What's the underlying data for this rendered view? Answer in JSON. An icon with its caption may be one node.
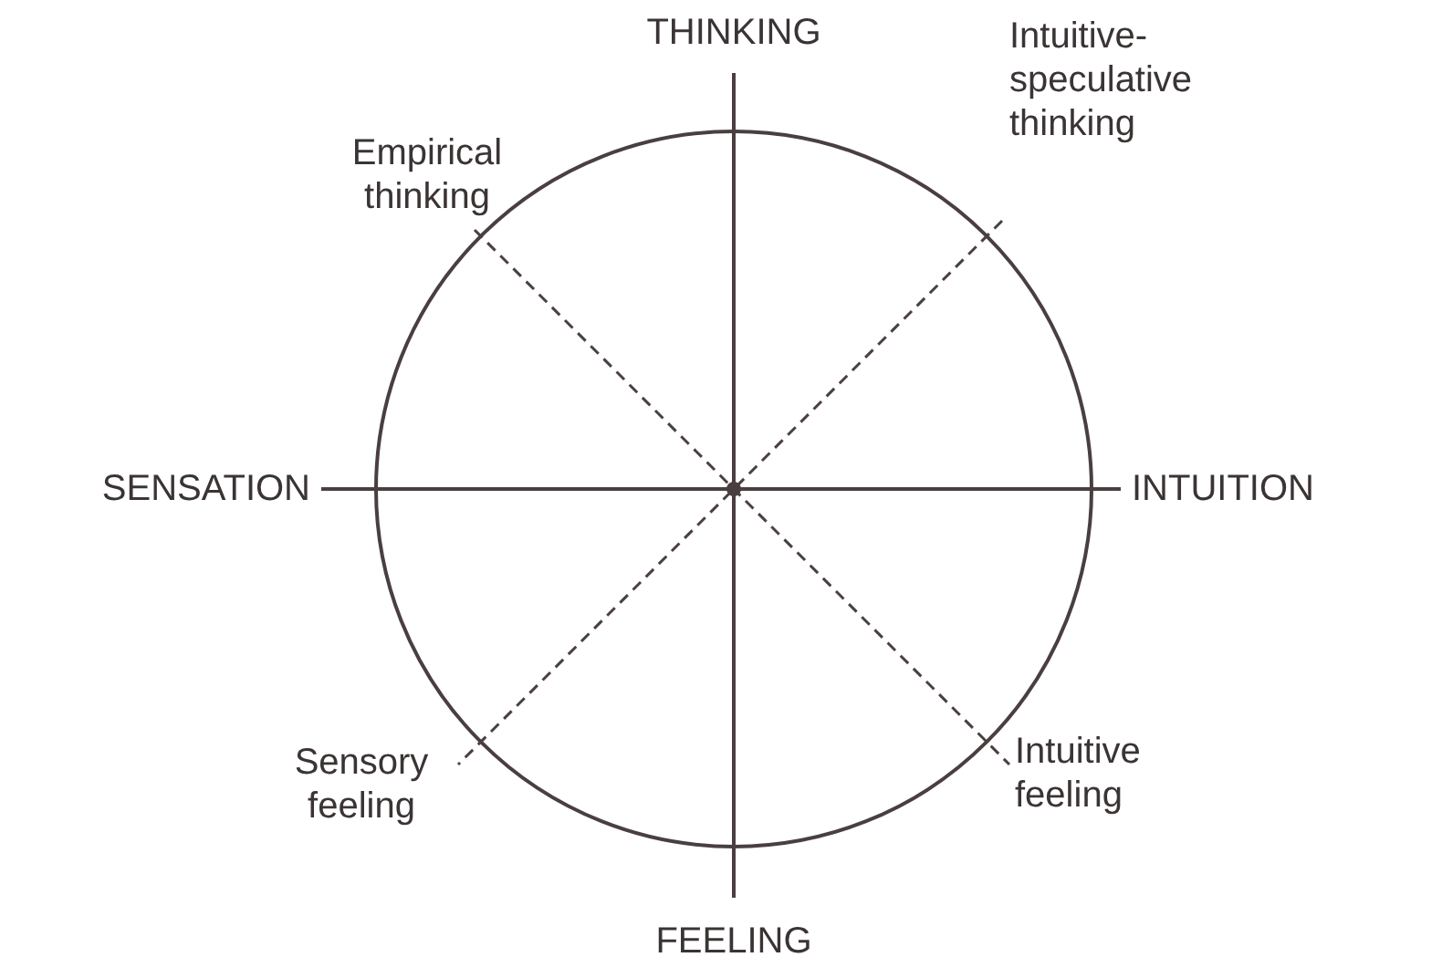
{
  "diagram": {
    "labels": [
      "THINKING",
      "Empirical thinking",
      "Intuitive-speculative thinking",
      "SENSATION",
      "INTUITION",
      "Sensory feeling",
      "Intuitive feeling",
      "FEELING"
    ]
  }
}
